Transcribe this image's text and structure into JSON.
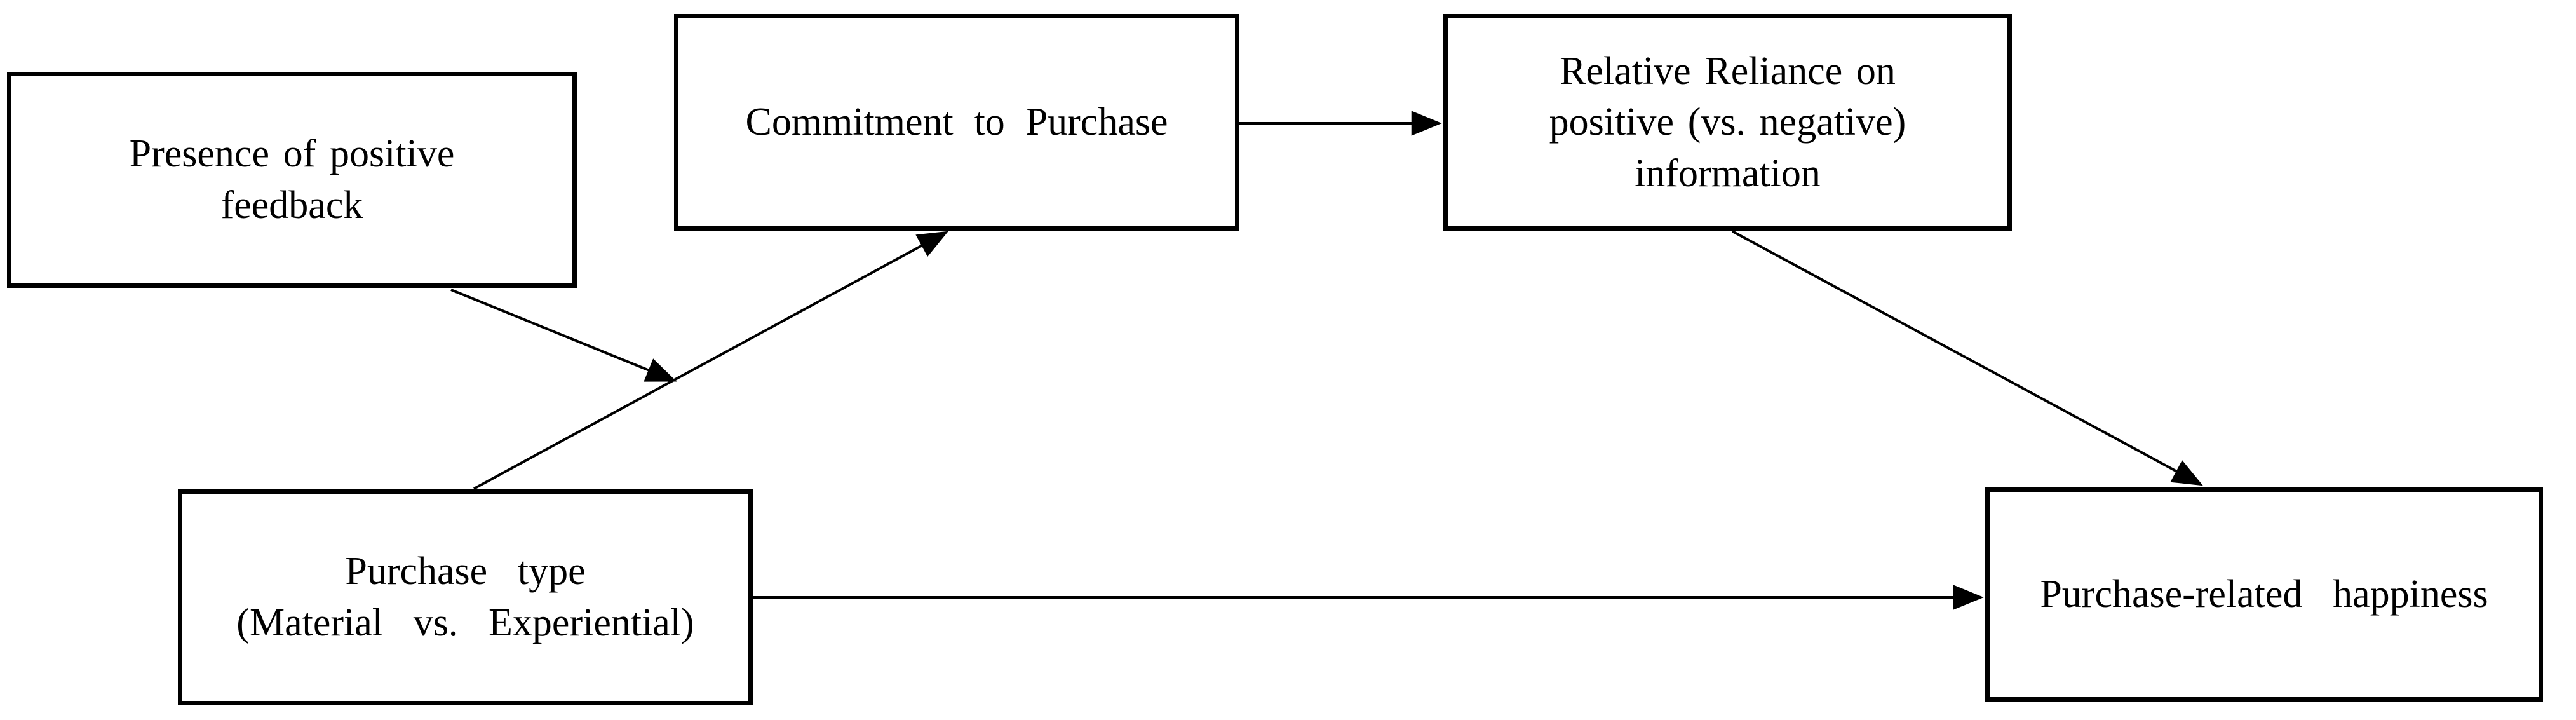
{
  "diagram": {
    "type": "conceptual-path-model",
    "background_color": "#ffffff",
    "box_border_color": "#000000",
    "text_color": "#000000",
    "arrow_color": "#000000",
    "boxes": [
      {
        "id": "presence-of-positive-feedback",
        "label": "Presence of positive feedback",
        "lines": [
          "Presence of positive",
          "feedback"
        ]
      },
      {
        "id": "commitment-to-purchase",
        "label": "Commitment to Purchase",
        "lines": [
          "Commitment to Purchase"
        ]
      },
      {
        "id": "relative-reliance",
        "label": "Relative Reliance on positive (vs. negative) information",
        "lines": [
          "Relative Reliance on",
          "positive (vs. negative)",
          "information"
        ]
      },
      {
        "id": "purchase-type",
        "label": "Purchase type (Material vs. Experiential)",
        "lines": [
          "Purchase type",
          "(Material vs. Experiential)"
        ]
      },
      {
        "id": "purchase-related-happiness",
        "label": "Purchase-related happiness",
        "lines": [
          "Purchase-related happiness"
        ]
      }
    ],
    "arrows": [
      {
        "id": "moderation-arrow",
        "from": "presence-of-positive-feedback",
        "to": "arrow-purchase-type-to-commitment",
        "style": "moderates-path"
      },
      {
        "id": "purchase-type-to-commitment",
        "from": "purchase-type",
        "to": "commitment-to-purchase",
        "style": "direct"
      },
      {
        "id": "commitment-to-reliance",
        "from": "commitment-to-purchase",
        "to": "relative-reliance",
        "style": "direct"
      },
      {
        "id": "reliance-to-happiness",
        "from": "relative-reliance",
        "to": "purchase-related-happiness",
        "style": "direct"
      },
      {
        "id": "purchase-type-to-happiness",
        "from": "purchase-type",
        "to": "purchase-related-happiness",
        "style": "direct"
      }
    ]
  }
}
